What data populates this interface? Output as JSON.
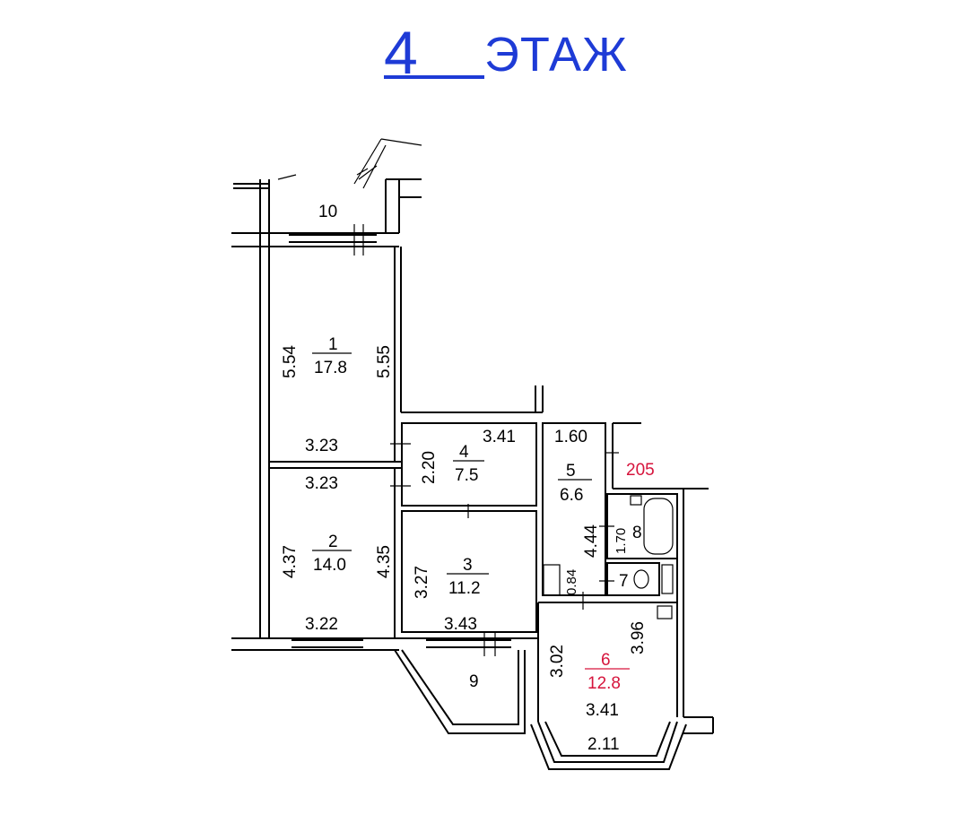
{
  "header": {
    "floor_number": "4",
    "floor_word": "ЭТАЖ",
    "color": "#1e3bd6"
  },
  "rooms": {
    "r1": {
      "num": "1",
      "area": "17.8"
    },
    "r2": {
      "num": "2",
      "area": "14.0"
    },
    "r3": {
      "num": "3",
      "area": "11.2"
    },
    "r4": {
      "num": "4",
      "area": "7.5"
    },
    "r5": {
      "num": "5",
      "area": "6.6"
    },
    "r6": {
      "num": "6",
      "area": "12.8"
    },
    "r7": {
      "num": "7"
    },
    "r8": {
      "num": "8"
    },
    "r9": {
      "num": "9"
    },
    "r10": {
      "num": "10"
    }
  },
  "apartment_number": "205",
  "accent_red": "#d6143c",
  "dimensions": {
    "d554": "5.54",
    "d555": "5.55",
    "d323a": "3.23",
    "d323b": "3.23",
    "d437": "4.37",
    "d435": "4.35",
    "d322": "3.22",
    "d341a": "3.41",
    "d220": "2.20",
    "d327": "3.27",
    "d343": "3.43",
    "d160": "1.60",
    "d444": "4.44",
    "d170": "1.70",
    "d084": "0.84",
    "d302": "3.02",
    "d396": "3.96",
    "d341b": "3.41",
    "d211": "2.11"
  }
}
